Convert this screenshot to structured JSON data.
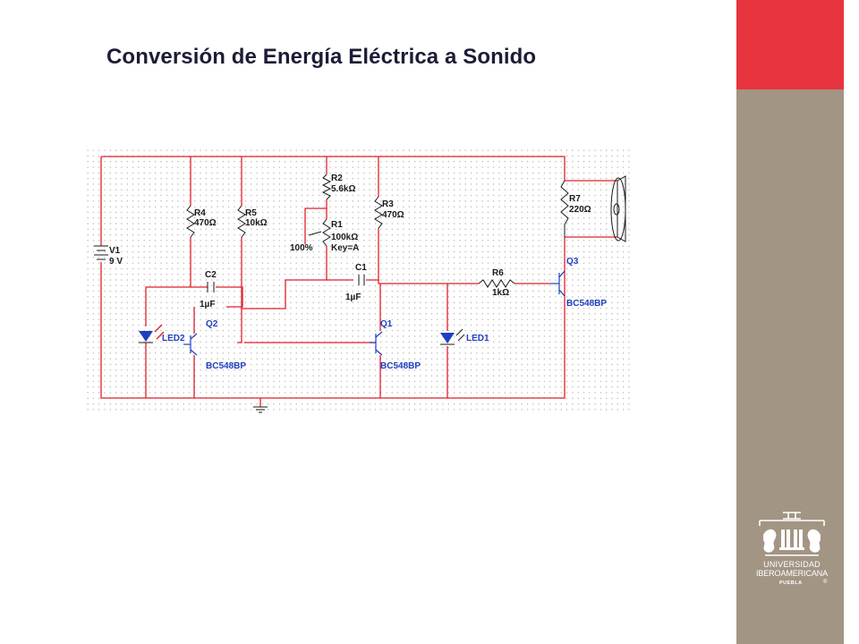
{
  "slide": {
    "title": "Conversión de Energía Eléctrica a Sonido"
  },
  "colors": {
    "sidebar_red": "#e8343f",
    "sidebar_taupe": "#a29583",
    "wire": "#e0202a",
    "transistor": "#1f3fc0",
    "title": "#1c1c36"
  },
  "logo": {
    "line1": "UNIVERSIDAD",
    "line2": "IBEROAMERICANA",
    "line3": "PUEBLA",
    "mark": "®"
  },
  "circuit": {
    "battery": {
      "name": "V1",
      "value": "9 V"
    },
    "resistors": [
      {
        "name": "R4",
        "value": "470Ω"
      },
      {
        "name": "R5",
        "value": "10kΩ"
      },
      {
        "name": "R2",
        "value": "5.6kΩ"
      },
      {
        "name": "R1",
        "value": "100kΩ",
        "key": "Key=A",
        "percent": "100%"
      },
      {
        "name": "R3",
        "value": "470Ω"
      },
      {
        "name": "R6",
        "value": "1kΩ"
      },
      {
        "name": "R7",
        "value": "220Ω"
      }
    ],
    "capacitors": [
      {
        "name": "C2",
        "value": "1µF"
      },
      {
        "name": "C1",
        "value": "1µF"
      }
    ],
    "transistors": [
      {
        "name": "Q2",
        "model": "BC548BP"
      },
      {
        "name": "Q1",
        "model": "BC548BP"
      },
      {
        "name": "Q3",
        "model": "BC548BP"
      }
    ],
    "leds": [
      {
        "name": "LED2"
      },
      {
        "name": "LED1"
      }
    ]
  }
}
